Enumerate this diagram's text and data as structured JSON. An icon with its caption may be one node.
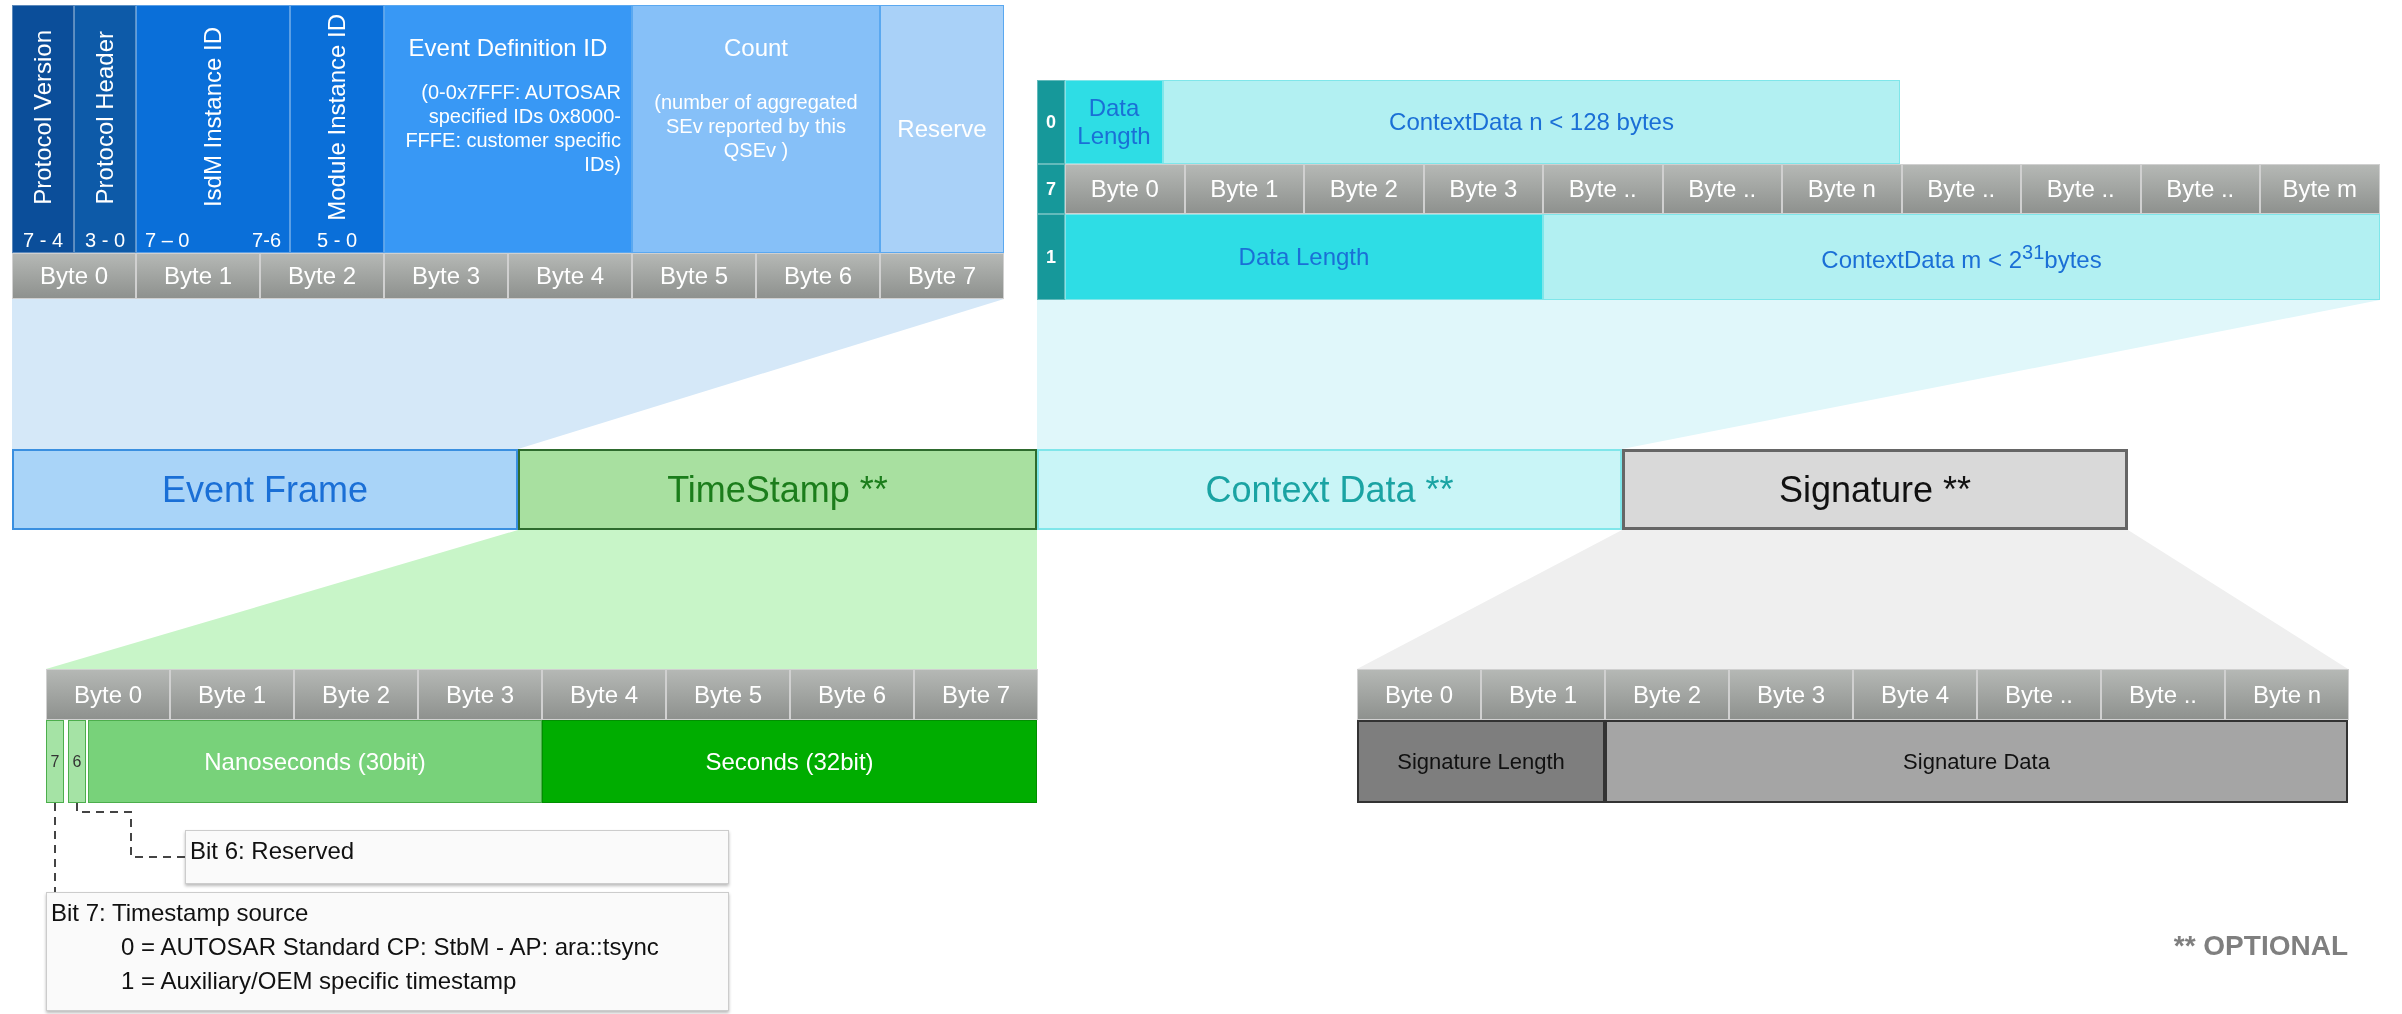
{
  "diagram": {
    "nodes": [
      {
        "text": [
          "Protocol Version",
          "7 - 4"
        ]
      },
      {
        "text": [
          "Protocol Header",
          "3 - 0"
        ]
      },
      {
        "text": [
          "IsdM Instance ID",
          "7 – 0",
          "7-6"
        ]
      },
      {
        "text": [
          "Module Instance ID",
          "5 - 0"
        ]
      },
      {
        "text": [
          "Event Definition ID",
          "(0-0x7FFF: AUTOSAR specified IDs 0x8000-FFFE: customer specific IDs)"
        ]
      },
      {
        "text": [
          "Count",
          "(number of aggregated SEv reported by this QSEv )"
        ]
      },
      {
        "text": [
          "Reserve"
        ]
      },
      {
        "text": [
          "Byte 0"
        ]
      },
      {
        "text": [
          "Byte 1"
        ]
      },
      {
        "text": [
          "Byte 2"
        ]
      },
      {
        "text": [
          "Byte 3"
        ]
      },
      {
        "text": [
          "Byte 4"
        ]
      },
      {
        "text": [
          "Byte 5"
        ]
      },
      {
        "text": [
          "Byte 6"
        ]
      },
      {
        "text": [
          "Byte 7"
        ]
      },
      {
        "text": [
          "0"
        ]
      },
      {
        "text": [
          "Data Length"
        ]
      },
      {
        "text": [
          "ContextData n < 128 bytes"
        ]
      },
      {
        "text": [
          "7"
        ]
      },
      {
        "text": [
          "Byte 0"
        ]
      },
      {
        "text": [
          "Byte 1"
        ]
      },
      {
        "text": [
          "Byte 2"
        ]
      },
      {
        "text": [
          "Byte 3"
        ]
      },
      {
        "text": [
          "Byte .."
        ]
      },
      {
        "text": [
          "Byte .."
        ]
      },
      {
        "text": [
          "Byte n"
        ]
      },
      {
        "text": [
          "Byte .."
        ]
      },
      {
        "text": [
          "Byte .."
        ]
      },
      {
        "text": [
          "Byte .."
        ]
      },
      {
        "text": [
          "Byte m"
        ]
      },
      {
        "text": [
          "1"
        ]
      },
      {
        "text": [
          "Data Length"
        ]
      },
      {
        "text": [
          "ContextData m < 2$^{31}$bytes"
        ]
      },
      {
        "text": [
          "Event Frame"
        ]
      },
      {
        "text": [
          "TimeStamp **"
        ]
      },
      {
        "text": [
          "Context Data **"
        ]
      },
      {
        "text": [
          "Signature **"
        ]
      },
      {
        "text": [
          "Byte 0"
        ]
      },
      {
        "text": [
          "Byte 1"
        ]
      },
      {
        "text": [
          "Byte 2"
        ]
      },
      {
        "text": [
          "Byte 3"
        ]
      },
      {
        "text": [
          "Byte 4"
        ]
      },
      {
        "text": [
          "Byte 5"
        ]
      },
      {
        "text": [
          "Byte 6"
        ]
      },
      {
        "text": [
          "Byte 7"
        ]
      },
      {
        "text": [
          "7"
        ]
      },
      {
        "text": [
          "6"
        ]
      },
      {
        "text": [
          "Nanoseconds (30bit)"
        ]
      },
      {
        "text": [
          "Seconds (32bit)"
        ]
      },
      {
        "text": [
          "Bit 6: Reserved"
        ]
      },
      {
        "text": [
          "Bit 7: Timestamp source",
          "0 = AUTOSAR Standard CP: StbM - AP: ara::tsync",
          "1 = Auxiliary/OEM specific timestamp"
        ]
      },
      {
        "text": [
          "Byte 0"
        ]
      },
      {
        "text": [
          "Byte 1"
        ]
      },
      {
        "text": [
          "Byte 2"
        ]
      },
      {
        "text": [
          "Byte 3"
        ]
      },
      {
        "text": [
          "Byte 4"
        ]
      },
      {
        "text": [
          "Byte .."
        ]
      },
      {
        "text": [
          "Byte .."
        ]
      },
      {
        "text": [
          "Byte n"
        ]
      },
      {
        "text": [
          "Signature Length"
        ]
      },
      {
        "text": [
          "Signature Data"
        ]
      },
      {
        "text": [],
        "shape": "trapezoid"
      },
      {
        "text": [],
        "shape": "trapezoid"
      },
      {
        "text": [],
        "shape": "trapezoid"
      },
      {
        "text": [],
        "shape": "trapezoid"
      }
    ],
    "edges": [
      {
        "from": 45,
        "to": 50,
        "arrow": "none",
        "style": "dashed"
      },
      {
        "from": 46,
        "to": 49,
        "arrow": "none",
        "style": "dashed"
      }
    ],
    "labels": [
      "** OPTIONAL"
    ]
  }
}
